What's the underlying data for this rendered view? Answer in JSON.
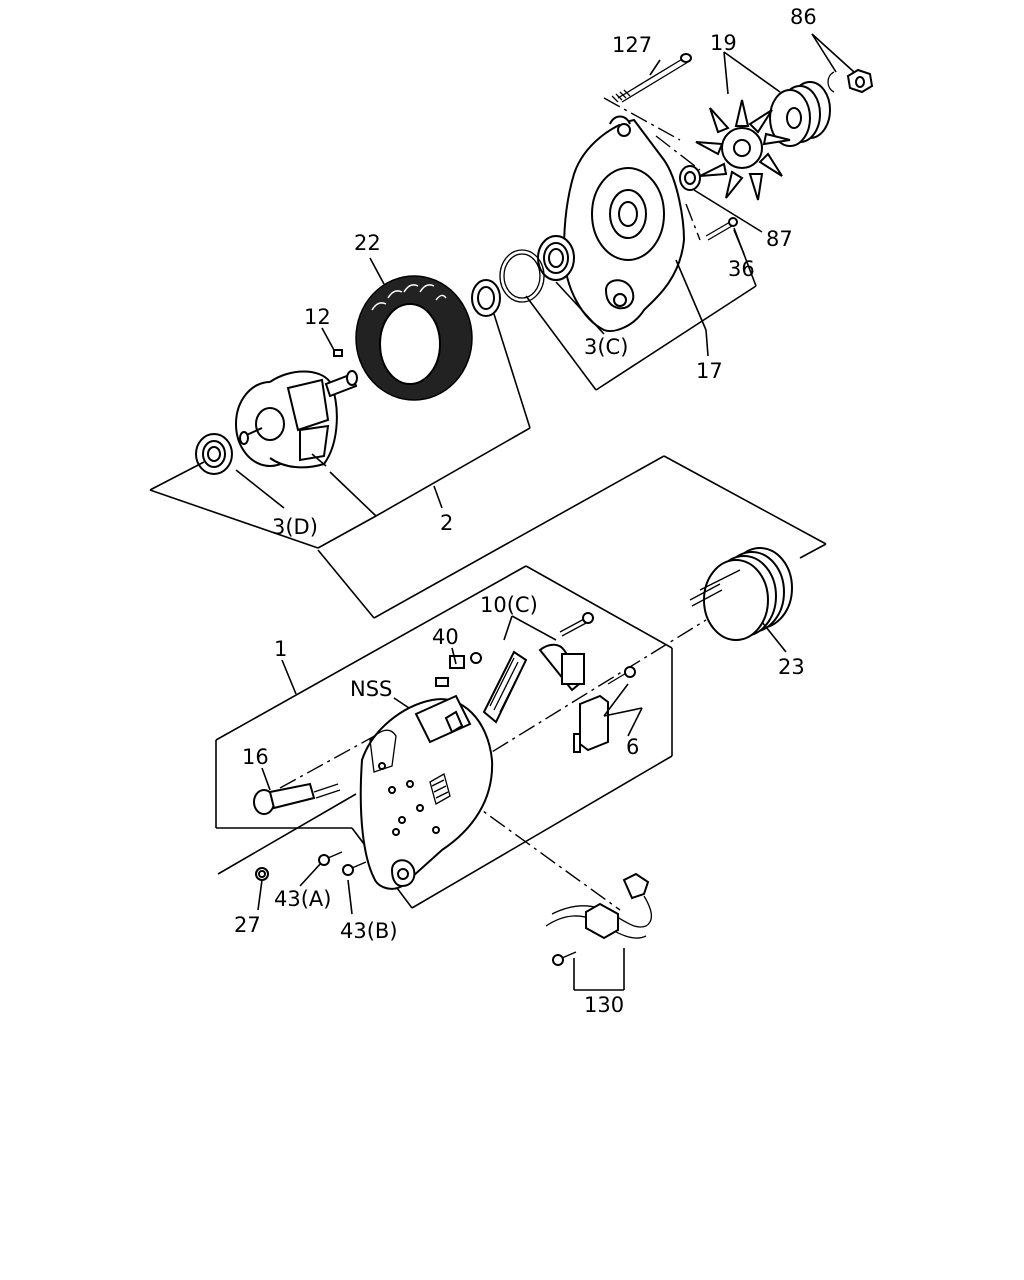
{
  "callouts": {
    "p86": "86",
    "p127": "127",
    "p19": "19",
    "p87": "87",
    "p36": "36",
    "p22": "22",
    "p12": "12",
    "p3c": "3(C)",
    "p17": "17",
    "p3d": "3(D)",
    "p2": "2",
    "p10c": "10(C)",
    "p40": "40",
    "p1": "1",
    "pnss": "NSS",
    "p23": "23",
    "p16": "16",
    "p6": "6",
    "p27": "27",
    "p43a": "43(A)",
    "p43b": "43(B)",
    "p130": "130"
  },
  "icons": {
    "pulley": "pulley-icon",
    "fan": "fan-icon",
    "front-housing": "front-housing-icon",
    "stator": "stator-icon",
    "rotor": "rotor-icon",
    "rear-housing": "rear-housing-icon"
  }
}
